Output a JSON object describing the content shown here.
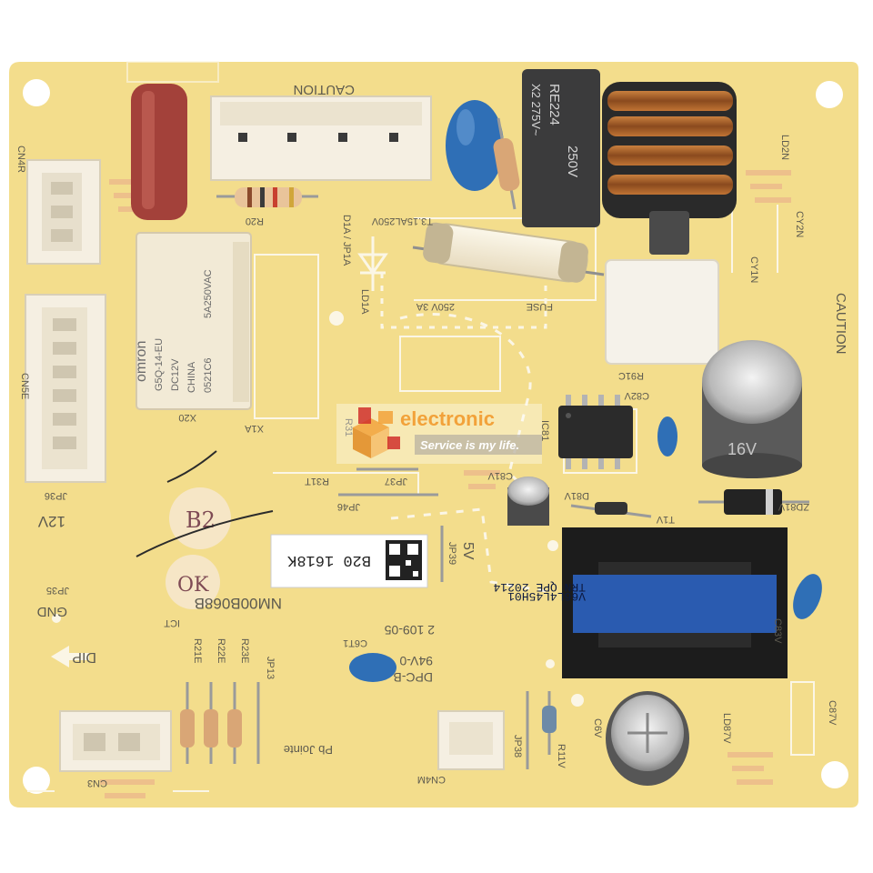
{
  "board": {
    "model_number": "NM00B068B",
    "label_code": "B20 1618K",
    "caution_top": "CAUTION",
    "caution_side": "CAUTION",
    "pb_free": "Pb Jointe",
    "material": "94V-0",
    "dpc_mark": "DPC-B",
    "date_code": "2 109-05",
    "marker_b2": "B2",
    "marker_ok": "OK"
  },
  "silkscreen": {
    "x20": "X20",
    "x1a": "X1A",
    "r20": "R20",
    "d1a": "D1A / JP1A",
    "ld1a": "LD1A",
    "rating_fuse_holder": "T3.15AL250V",
    "rating_250v3a": "250V 3A",
    "fuse": "FUSE",
    "ld2n": "LD2N",
    "cy2n": "CY2N",
    "cy1n": "CY1N",
    "r91c": "R91C",
    "c82v": "C82V",
    "ic81c": "IC81",
    "c81v": "C81V",
    "d81v": "D81V",
    "zd81v": "ZD81V",
    "t1v": "T1V",
    "c83v": "C83V",
    "c87v": "C87V",
    "c6v": "C6V",
    "ld87v": "LD87V",
    "cn5e": "CN5E",
    "cn3": "CN3",
    "cn4m": "CN4M",
    "cn4r": "CN4R",
    "r31t": "R31T",
    "r31": "R31",
    "jp37": "JP37",
    "jp46": "JP46",
    "jp39": "JP39",
    "jp35": "JP35",
    "jp38": "JP38",
    "jp36": "JP36",
    "jp13": "JP13",
    "r21e": "R21E",
    "r22e": "R22E",
    "r23e": "R23E",
    "r11v": "R11V",
    "c6t1": "C6T1",
    "ict": "ICT",
    "label_12v": "12V",
    "label_gnd": "GND",
    "label_5v": "5V",
    "label_dip": "DIP"
  },
  "components": {
    "x_cap_marking_1": "RE224",
    "x_cap_marking_2": "X2 275V~",
    "x_cap_marking_3": "250V",
    "relay_brand": "omron",
    "relay_part": "G5Q-14-EU",
    "relay_coil": "DC12V",
    "relay_rating": "5A250VAC",
    "relay_origin": "CHINA",
    "relay_lot": "0521C6",
    "transformer_label_1": "V66L4L45H01",
    "transformer_label_2": "TRN QPE 20214",
    "cap_marking": "16V"
  },
  "watermark": {
    "brand": "electronic",
    "tagline": "Service is my life."
  },
  "colors": {
    "pcb": "#f3dd8c",
    "silk": "#fbf6e6",
    "relay": "#f2ead6",
    "x_cap_body": "#a3413a",
    "y_cap": "#2f6fb6",
    "transformer_core": "#1c1c1c",
    "transformer_tape": "#2a5bb0",
    "connector": "#f5efe2",
    "watermark_orange": "#f2a23a",
    "watermark_red": "#d0302c"
  }
}
